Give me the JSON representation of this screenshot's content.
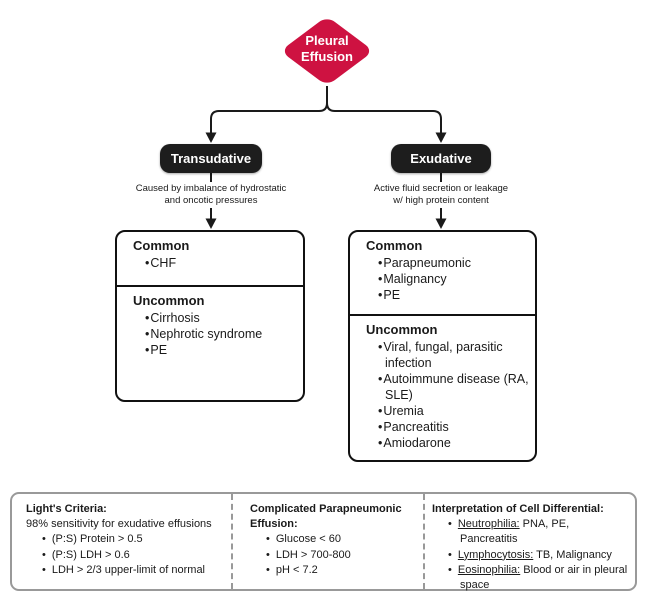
{
  "diamond": {
    "label": "Pleural Effusion",
    "color": "#CE1241"
  },
  "transudative": {
    "label": "Transudative",
    "caption1": "Caused by imbalance of hydrostatic",
    "caption2": "and oncotic pressures",
    "common_heading": "Common",
    "common_items": [
      "CHF"
    ],
    "uncommon_heading": "Uncommon",
    "uncommon_items": [
      "Cirrhosis",
      "Nephrotic syndrome",
      "PE"
    ]
  },
  "exudative": {
    "label": "Exudative",
    "caption1": "Active fluid secretion or leakage",
    "caption2": "w/ high protein content",
    "common_heading": "Common",
    "common_items": [
      "Parapneumonic",
      "Malignancy",
      "PE"
    ],
    "uncommon_heading": "Uncommon",
    "uncommon_items": [
      "Viral, fungal, parasitic infection",
      "Autoimmune disease (RA, SLE)",
      "Uremia",
      "Pancreatitis",
      "Amiodarone"
    ]
  },
  "footer": {
    "lights": {
      "heading": "Light's Criteria:",
      "subheading": "98% sensitivity for exudative effusions",
      "items": [
        "(P:S) Protein > 0.5",
        "(P:S) LDH > 0.6",
        "LDH > 2/3 upper-limit of normal"
      ]
    },
    "complicated": {
      "heading": "Complicated Parapneumonic Effusion:",
      "items": [
        "Glucose < 60",
        "LDH > 700-800",
        "pH < 7.2"
      ]
    },
    "cell": {
      "heading": "Interpretation of Cell Differential:",
      "items": [
        {
          "term": "Neutrophilia:",
          "rest": " PNA, PE, Pancreatitis"
        },
        {
          "term": "Lymphocytosis:",
          "rest": " TB, Malignancy"
        },
        {
          "term": "Eosinophilia:",
          "rest": " Blood or air in pleural space"
        }
      ]
    }
  },
  "colors": {
    "node_fill": "#1D1D1D",
    "line": "#1A1A1A",
    "footer_border": "#999999"
  }
}
